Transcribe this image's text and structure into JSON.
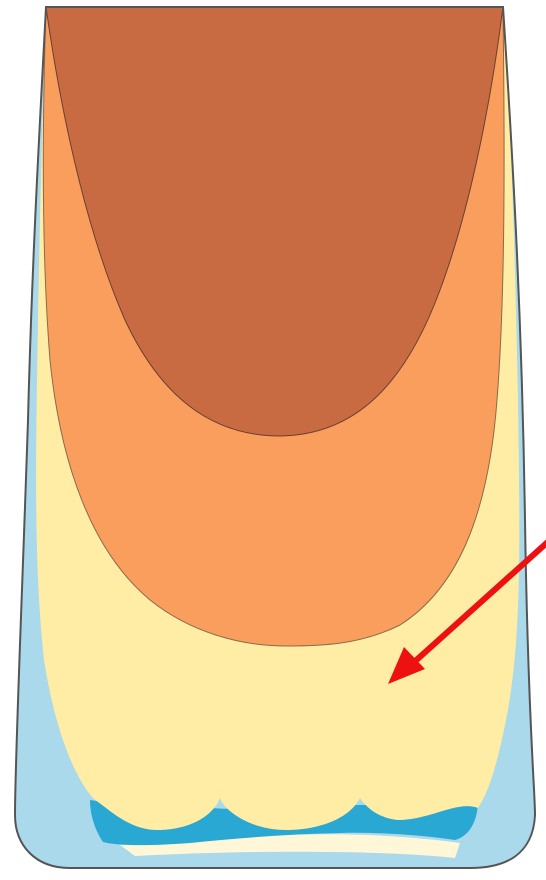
{
  "diagram": {
    "layers": [
      {
        "name": "outer-layer",
        "color": "#A9D9EA"
      },
      {
        "name": "inner-band",
        "color": "#29A8D3"
      },
      {
        "name": "bottom-foam",
        "color": "#FFF7D8"
      },
      {
        "name": "pale-layer",
        "color": "#FFEDA6"
      },
      {
        "name": "middle-layer",
        "color": "#FA9E5D"
      },
      {
        "name": "top-layer",
        "color": "#C86A42"
      }
    ],
    "outline_color": "#555555",
    "arrow": {
      "color": "#EE1111",
      "icon": "arrow-icon"
    }
  }
}
